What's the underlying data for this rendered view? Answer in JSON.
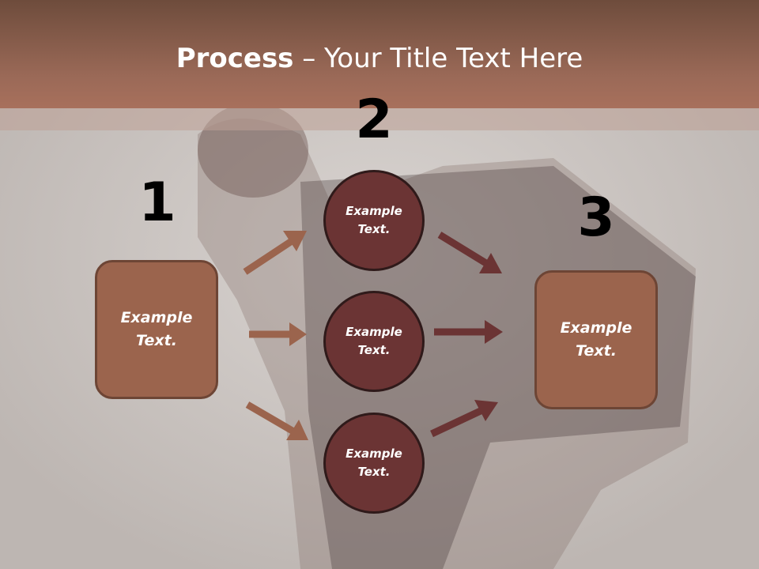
{
  "title": {
    "bold": "Process",
    "rest": " – Your Title Text Here"
  },
  "steps": [
    {
      "number": "1",
      "boxes": [
        "Example\nText."
      ]
    },
    {
      "number": "2",
      "circles": [
        "Example\nText.",
        "Example\nText.",
        "Example\nText."
      ]
    },
    {
      "number": "3",
      "boxes": [
        "Example\nText."
      ]
    }
  ],
  "colors": {
    "box_fill": "#9b644d",
    "circle_fill": "#6b3434",
    "arrow_left": "#9b644d",
    "arrow_right": "#6b3434",
    "title_bar": "#9a6957"
  }
}
